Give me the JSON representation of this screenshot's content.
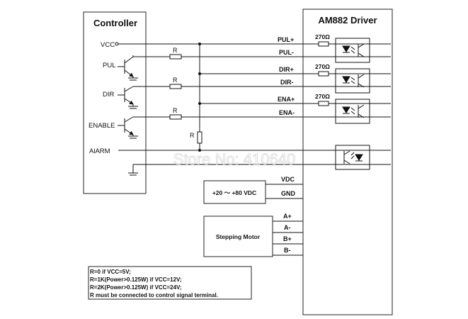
{
  "controller": {
    "title": "Controller",
    "vcc": "VCC",
    "pul": "PUL",
    "dir": "DIR",
    "enable": "ENABLE",
    "alarm": "AlARM"
  },
  "driver": {
    "title": "AM882 Driver",
    "pul_plus": "PUL+",
    "pul_minus": "PUL-",
    "dir_plus": "DIR+",
    "dir_minus": "DIR-",
    "ena_plus": "ENA+",
    "ena_minus": "ENA-",
    "vdc": "VDC",
    "gnd": "GND",
    "a_plus": "A+",
    "a_minus": "A-",
    "b_plus": "B+",
    "b_minus": "B-"
  },
  "resistors": {
    "r": "R",
    "opto_r": "270Ω"
  },
  "power_supply": {
    "label": "+20 ～ +80 VDC"
  },
  "motor": {
    "label": "Stepping Motor"
  },
  "notes": [
    "R=0 if VCC=5V;",
    "R=1K(Power>0.125W) if VCC=12V;",
    "R=2K(Power>0.125W) if VCC=24V;",
    "R must be connected to control signal terminal."
  ],
  "watermark": "Store No: 410640"
}
